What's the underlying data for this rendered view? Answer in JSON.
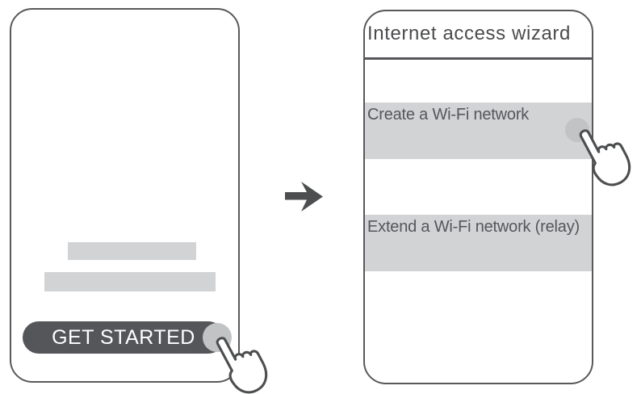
{
  "figure": {
    "description_left_screen": "app welcome screen",
    "description_right_screen": "wizard screen"
  },
  "left_phone": {
    "placeholder_bars": 2,
    "button_label": "GET STARTED"
  },
  "arrow": {
    "icon": "arrow-right-icon"
  },
  "right_phone": {
    "title": "Internet access wizard",
    "options": [
      {
        "label": "Create a Wi-Fi network",
        "touched": true
      },
      {
        "label": "Extend a Wi-Fi network (relay)",
        "touched": false
      }
    ]
  },
  "colors": {
    "phone_border": "#58595b",
    "panel_gray": "#d2d3d5",
    "dark_button": "#55565a",
    "title_text": "#4b4c4e",
    "option_text": "#55565a",
    "button_text": "#ffffff",
    "touch_circle": "#c2c3c5",
    "arrow": "#4d4e50",
    "hand_outline": "#4d4e50"
  }
}
